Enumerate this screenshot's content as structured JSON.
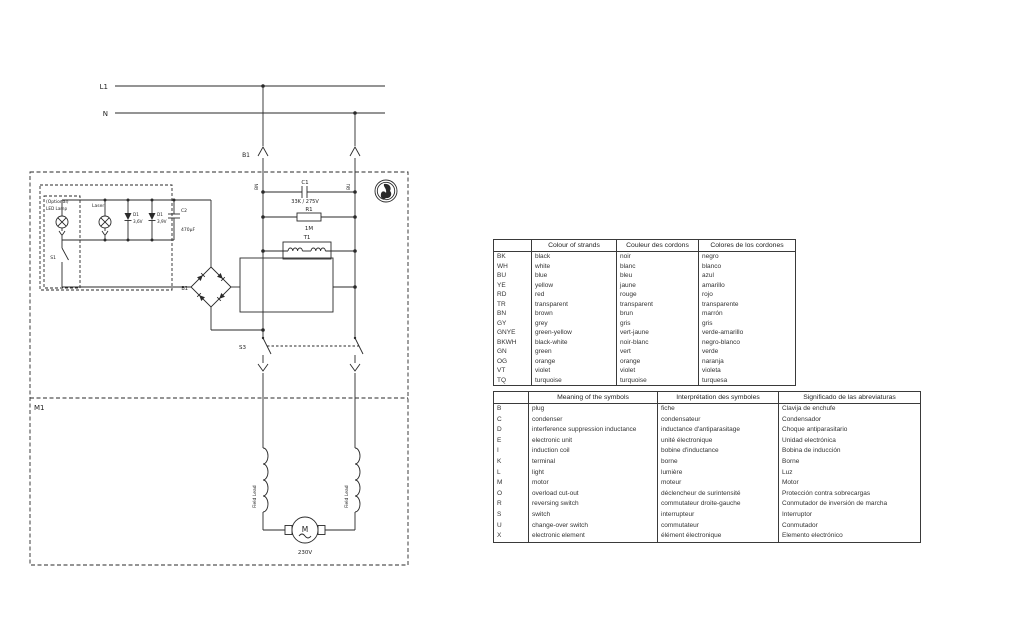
{
  "schematic": {
    "labels": {
      "l1": "L1",
      "n": "N",
      "b1": "B1",
      "m1": "M1",
      "bn": "BN",
      "bu": "BU",
      "c1": "C1",
      "c1_value": "33K / 275V",
      "r1": "R1",
      "r1_value": "1M",
      "t1": "T1",
      "optional": "(Optional)",
      "led_lamp": "LED Lamp",
      "laser": "Laser",
      "d1a": "D1",
      "d1a_value": "3,6V",
      "d1b": "D1",
      "d1b_value": "3,9V",
      "c2": "C2",
      "c2_value": "470µF",
      "s1": "S1",
      "bridge": "B1",
      "s3": "S3",
      "field_lead_left": "Field Lead",
      "field_lead_right": "Field Lead",
      "motor": "M",
      "motor_voltage": "230V"
    }
  },
  "colour_table": {
    "headers": [
      "",
      "Colour of strands",
      "Couleur des cordons",
      "Colores de los cordones"
    ],
    "rows": [
      [
        "BK",
        "black",
        "noir",
        "negro"
      ],
      [
        "WH",
        "white",
        "blanc",
        "blanco"
      ],
      [
        "BU",
        "blue",
        "bleu",
        "azul"
      ],
      [
        "YE",
        "yellow",
        "jaune",
        "amarillo"
      ],
      [
        "RD",
        "red",
        "rouge",
        "rojo"
      ],
      [
        "TR",
        "transparent",
        "transparent",
        "transparente"
      ],
      [
        "BN",
        "brown",
        "brun",
        "marrón"
      ],
      [
        "GY",
        "grey",
        "gris",
        "gris"
      ],
      [
        "GNYE",
        "green-yellow",
        "vert-jaune",
        "verde-amarillo"
      ],
      [
        "BKWH",
        "black-white",
        "noir-blanc",
        "negro-blanco"
      ],
      [
        "GN",
        "green",
        "vert",
        "verde"
      ],
      [
        "OG",
        "orange",
        "orange",
        "naranja"
      ],
      [
        "VT",
        "violet",
        "violet",
        "violeta"
      ],
      [
        "TQ",
        "turquoise",
        "turquoise",
        "turquesa"
      ]
    ]
  },
  "symbols_table": {
    "headers": [
      "",
      "Meaning of the symbols",
      "Interprétation des symboles",
      "Significado de las abreviaturas"
    ],
    "rows": [
      [
        "B",
        "plug",
        "fiche",
        "Clavija de enchufe"
      ],
      [
        "C",
        "condenser",
        "condensateur",
        "Condensador"
      ],
      [
        "D",
        "interference suppression inductance",
        "inductance d'antiparasitage",
        "Choque antiparasitario"
      ],
      [
        "E",
        "electronic unit",
        "unité électronique",
        "Unidad electrónica"
      ],
      [
        "I",
        "induction coil",
        "bobine d'inductance",
        "Bobina de inducción"
      ],
      [
        "K",
        "terminal",
        "borne",
        "Borne"
      ],
      [
        "L",
        "light",
        "lumière",
        "Luz"
      ],
      [
        "M",
        "motor",
        "moteur",
        "Motor"
      ],
      [
        "O",
        "overload cut-out",
        "déclencheur de surintensité",
        "Protección contra sobrecargas"
      ],
      [
        "R",
        "reversing switch",
        "commutateur droite-gauche",
        "Conmutador de inversión de marcha"
      ],
      [
        "S",
        "switch",
        "interrupteur",
        "Interruptor"
      ],
      [
        "U",
        "change-over switch",
        "commutateur",
        "Conmutador"
      ],
      [
        "X",
        "electronic element",
        "élément électronique",
        "Elemento electrónico"
      ]
    ]
  }
}
